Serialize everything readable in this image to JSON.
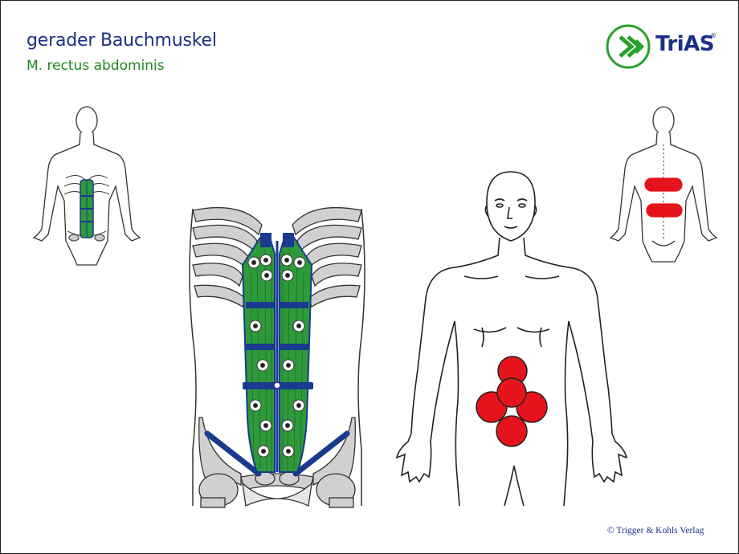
{
  "header": {
    "title": "gerader Bauchmuskel",
    "subtitle": "M. rectus abdominis"
  },
  "logo": {
    "text": "TriAS",
    "registered": "®"
  },
  "footer": {
    "copyright": "© Trigger & Kohls Verlag"
  },
  "colors": {
    "title": "#1b2f86",
    "subtitle": "#1e8a1e",
    "muscle": "#2e9a3a",
    "tendon": "#1a3a8f",
    "referral_zone": "#e5141c",
    "bone": "#c8c8c8"
  },
  "icons": {
    "logo": "trias-chevron-logo-icon"
  }
}
